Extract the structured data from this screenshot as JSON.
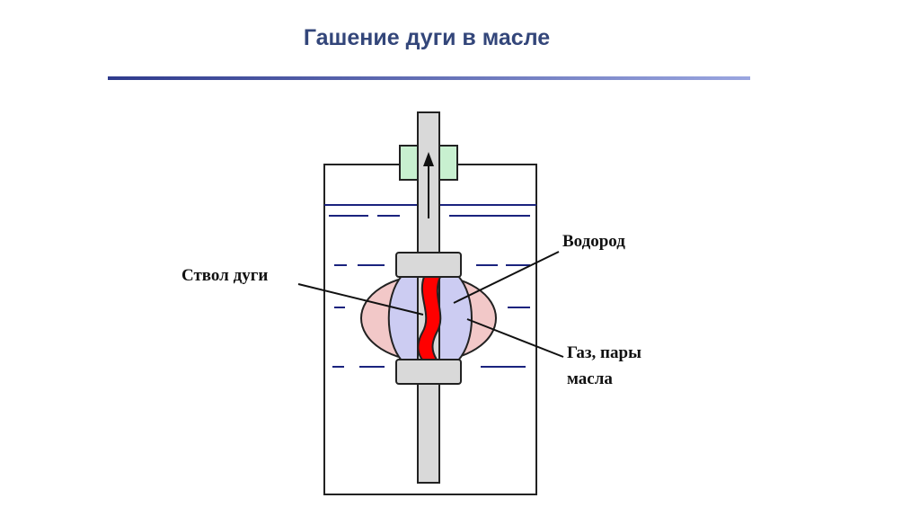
{
  "title": "Гашение дуги в масле",
  "labels": {
    "arc_column": "Ствол дуги",
    "hydrogen": "Водород",
    "gas_line1": "Газ, пары",
    "gas_line2": "масла"
  },
  "colors": {
    "title": "#33467a",
    "arc": "#ff0000",
    "hydrogen_zone": "#ccccf2",
    "gas_zone": "#f2c8c8",
    "guide": "#c8f0d0",
    "oil_lines": "#1a237e"
  }
}
